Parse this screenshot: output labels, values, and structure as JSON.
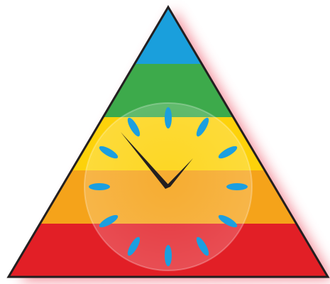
{
  "illustration": {
    "subject": "pyramid-clock",
    "pyramid_layers": [
      {
        "name": "top",
        "color": "#1a9fdc"
      },
      {
        "name": "layer-2",
        "color": "#3daa4b"
      },
      {
        "name": "layer-3",
        "color": "#fdd20a"
      },
      {
        "name": "layer-4",
        "color": "#f5a31a"
      },
      {
        "name": "layer-5",
        "color": "#ee7d22"
      },
      {
        "name": "base",
        "color": "#e21f26"
      }
    ],
    "outline_color": "#231f20",
    "glow_color": "#f06b7a",
    "clock": {
      "marker_color": "#1b9fe0",
      "hand_color": "#231f20",
      "face_tint": "#ffffff",
      "time_shown": "10:08"
    }
  }
}
